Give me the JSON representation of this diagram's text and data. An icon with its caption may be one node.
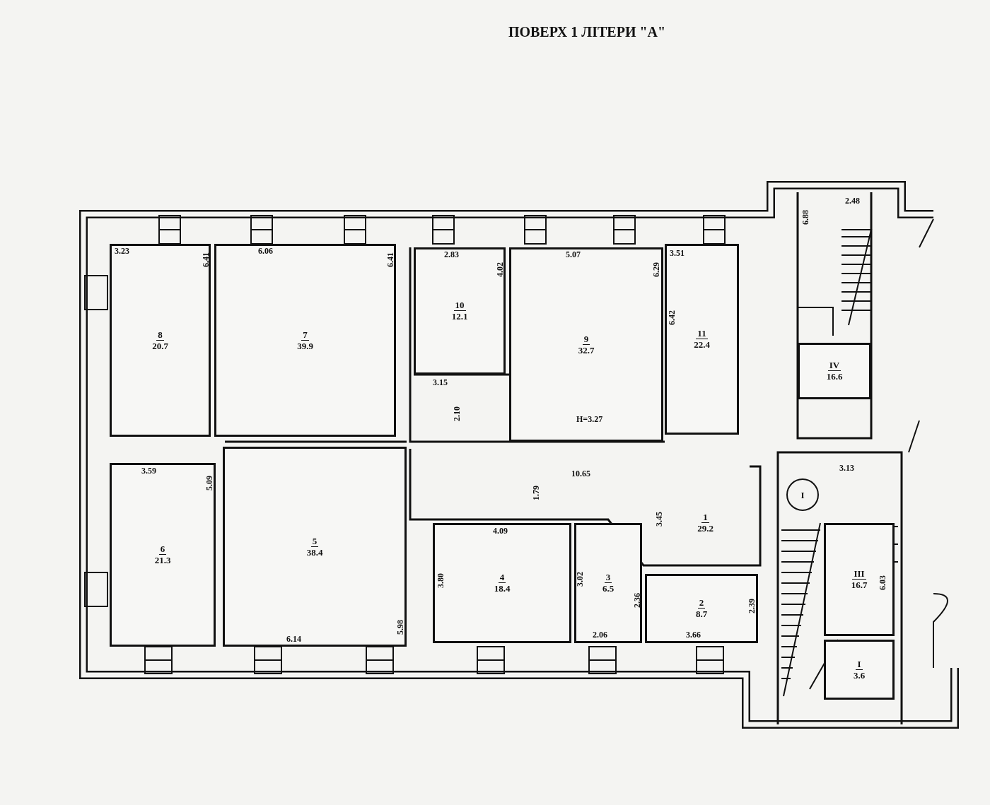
{
  "diagram": {
    "title": "ПОВЕРХ 1 ЛІТЕРИ \"А\"",
    "nodes": [
      {
        "text": [
          "8",
          "20.7"
        ]
      },
      {
        "text": [
          "7",
          "39.9"
        ]
      },
      {
        "text": [
          "10",
          "12.1"
        ]
      },
      {
        "text": [
          "9",
          "32.7"
        ]
      },
      {
        "text": [
          "11",
          "22.4"
        ]
      },
      {
        "text": [
          "IV",
          "16.6"
        ]
      },
      {
        "text": [
          "I"
        ]
      },
      {
        "text": [
          "6",
          "21.3"
        ]
      },
      {
        "text": [
          "5",
          "38.4"
        ]
      },
      {
        "text": [
          "1",
          "29.2"
        ]
      },
      {
        "text": [
          "4",
          "18.4"
        ]
      },
      {
        "text": [
          "3",
          "6.5"
        ]
      },
      {
        "text": [
          "2",
          "8.7"
        ]
      },
      {
        "text": [
          "III",
          "16.7"
        ]
      },
      {
        "text": [
          "I",
          "3.6"
        ]
      }
    ],
    "labels": [
      "3.23",
      "6.41",
      "6.06",
      "6.41",
      "2.83",
      "4.02",
      "5.07",
      "6.29",
      "3.51",
      "6.42",
      "2.48",
      "6.88",
      "3.15",
      "2.10",
      "H=3.27",
      "3.59",
      "5.09",
      "10.65",
      "1.79",
      "3.13",
      "3.45",
      "4.09",
      "3.80",
      "3.02",
      "2.36",
      "2.39",
      "6.03",
      "6.14",
      "5.98",
      "2.06",
      "3.66"
    ]
  }
}
